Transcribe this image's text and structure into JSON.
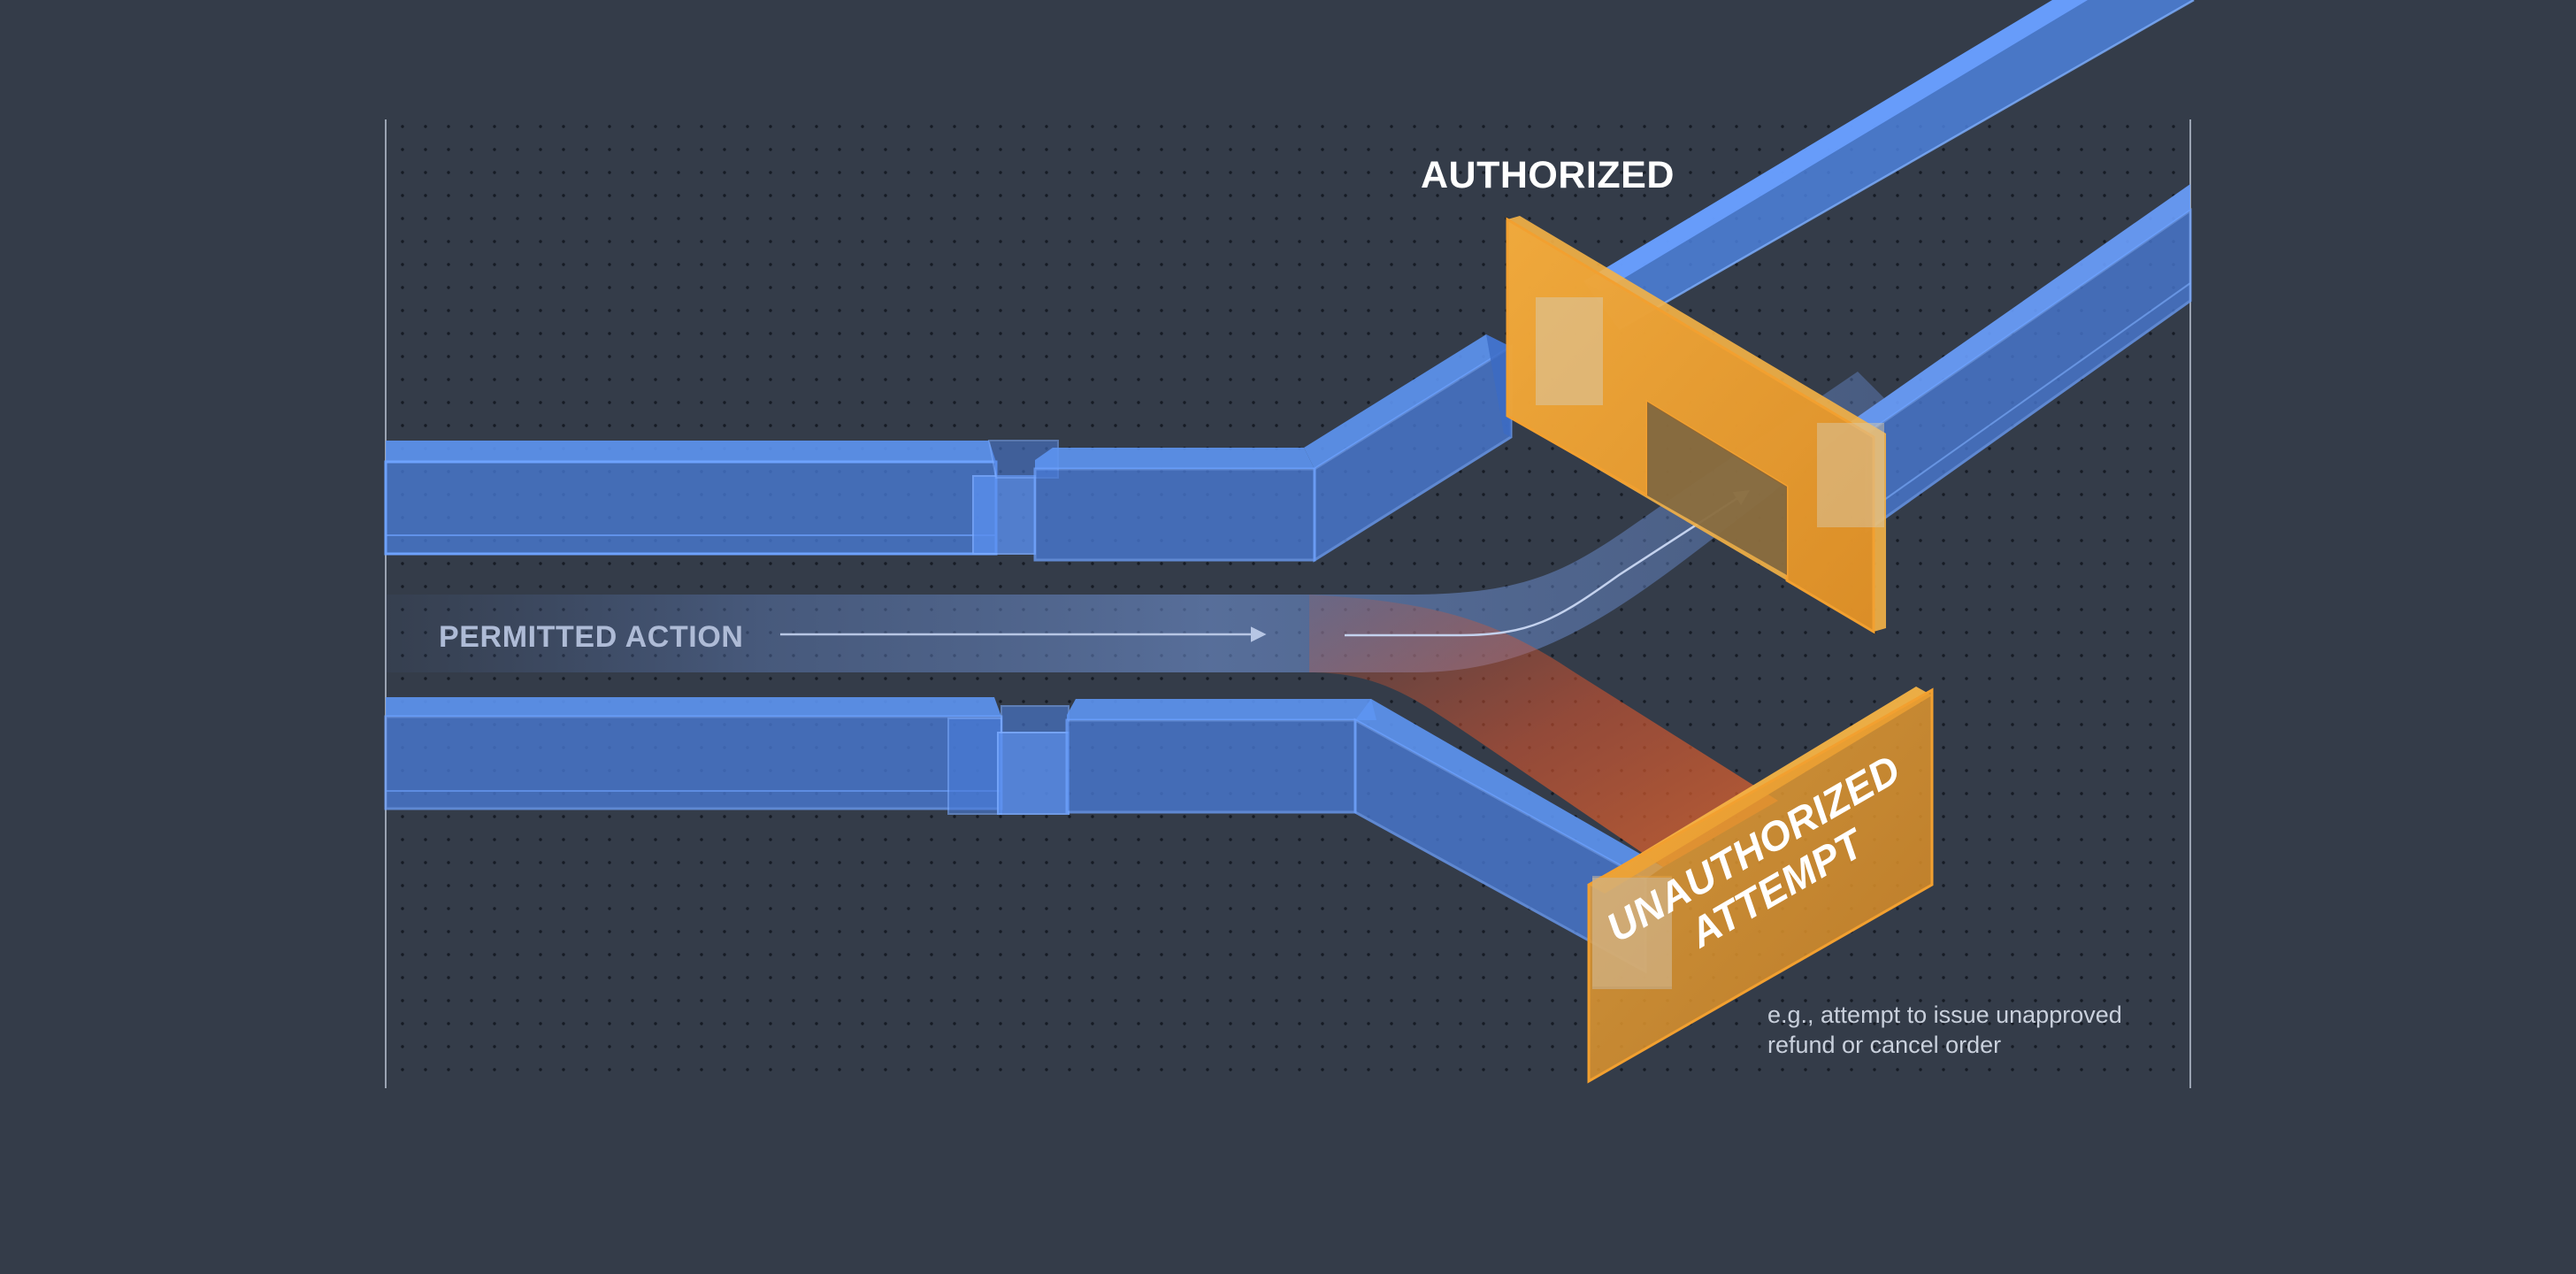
{
  "labels": {
    "authorized": "AUTHORIZED",
    "permitted_action": "PERMITTED ACTION",
    "unauthorized_line1": "UNAUTHORIZED",
    "unauthorized_line2": "ATTEMPT",
    "note_line1": "e.g., attempt to issue unapproved",
    "note_line2": "refund or cancel order"
  },
  "colors": {
    "background": "#343c49",
    "channel_blue": "#4c84e8",
    "gate_orange": "#f0a030",
    "blocked_flow_red": "#e0552c",
    "text_white": "#ffffff",
    "text_muted": "#aebbd6"
  }
}
